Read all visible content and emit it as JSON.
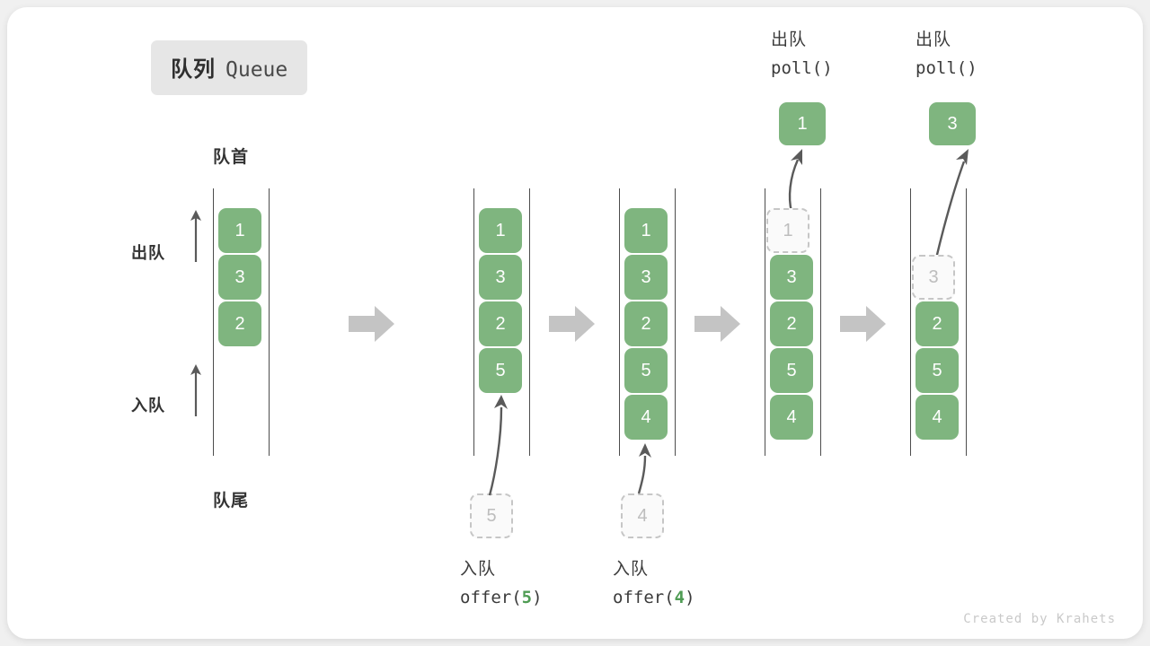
{
  "title": {
    "cn": "队列",
    "en": "Queue"
  },
  "labels": {
    "head": "队首",
    "tail": "队尾",
    "dequeue_side": "出队",
    "enqueue_side": "入队"
  },
  "credit": "Created by Krahets",
  "colors": {
    "box_fill": "#7fb57f",
    "box_text": "#ffffff",
    "ghost_border": "#c6c6c6",
    "ghost_text": "#bdbdbd",
    "rail": "#4d4d4d",
    "flow_arrow": "#c4c4c4",
    "badge_bg": "#e6e6e6",
    "accent_green": "#4f9c54"
  },
  "operations": [
    {
      "name": "offer-5",
      "cn": "入队",
      "code_prefix": "offer(",
      "code_value": "5",
      "code_suffix": ")"
    },
    {
      "name": "offer-4",
      "cn": "入队",
      "code_prefix": "offer(",
      "code_value": "4",
      "code_suffix": ")"
    },
    {
      "name": "poll-1",
      "cn": "出队",
      "code_prefix": "poll(",
      "code_value": "",
      "code_suffix": ")"
    },
    {
      "name": "poll-3",
      "cn": "出队",
      "code_prefix": "poll(",
      "code_value": "",
      "code_suffix": ")"
    }
  ],
  "popped": [
    {
      "value": "1"
    },
    {
      "value": "3"
    }
  ],
  "ghosts": [
    {
      "value": "5"
    },
    {
      "value": "4"
    },
    {
      "value": "1"
    },
    {
      "value": "3"
    }
  ],
  "stages": [
    {
      "name": "stage-initial",
      "items": [
        "1",
        "3",
        "2"
      ]
    },
    {
      "name": "stage-after-offer-5",
      "items": [
        "1",
        "3",
        "2",
        "5"
      ]
    },
    {
      "name": "stage-after-offer-4",
      "items": [
        "1",
        "3",
        "2",
        "5",
        "4"
      ]
    },
    {
      "name": "stage-after-poll-1",
      "items": [
        "3",
        "2",
        "5",
        "4"
      ],
      "ghost_top": "1"
    },
    {
      "name": "stage-after-poll-3",
      "items": [
        "2",
        "5",
        "4"
      ],
      "ghost_top": "3"
    }
  ]
}
